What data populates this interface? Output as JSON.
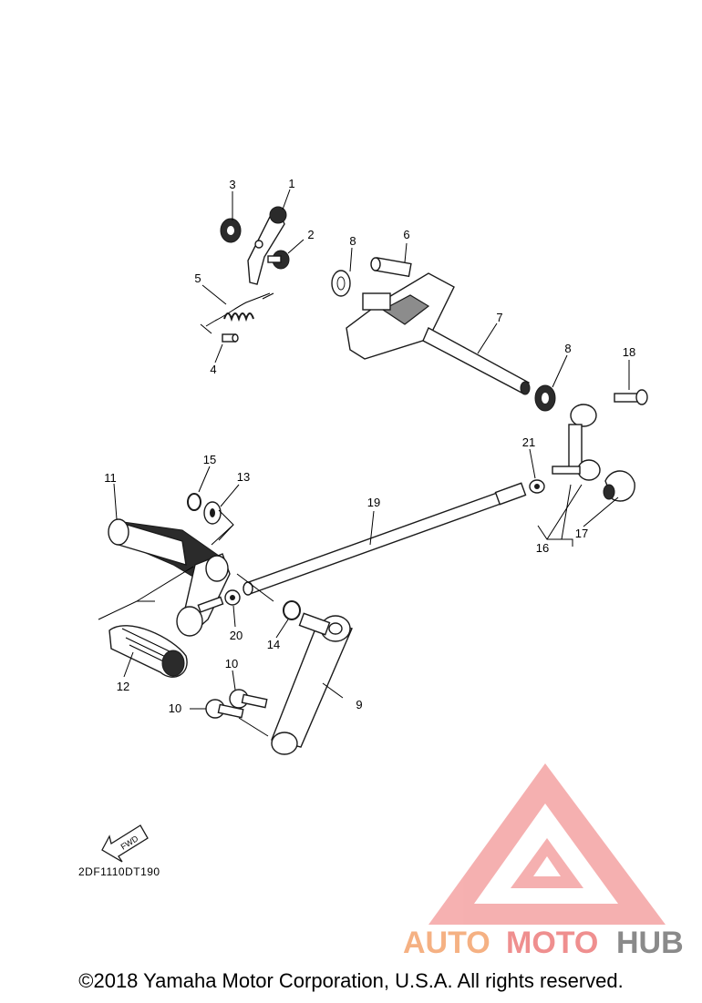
{
  "diagram": {
    "code": "2DF1110DT190",
    "fwd_label": "FWD",
    "callouts": [
      "1",
      "2",
      "3",
      "4",
      "5",
      "6",
      "7",
      "8",
      "8",
      "9",
      "10",
      "10",
      "11",
      "12",
      "13",
      "14",
      "15",
      "16",
      "17",
      "18",
      "19",
      "20",
      "21"
    ]
  },
  "watermark": {
    "part1": "AUTO",
    "part2": "MOTO",
    "part3": "HUB",
    "colors": {
      "auto": "#f5b183",
      "moto": "#ef8f8f",
      "hub": "#8a8a8a",
      "logo": "#f4a3a3"
    }
  },
  "footer": {
    "copyright": "©2018 Yamaha Motor Corporation, U.S.A. All rights reserved."
  }
}
